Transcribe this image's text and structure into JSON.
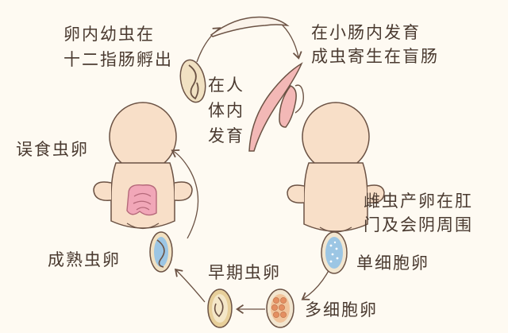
{
  "labels": {
    "hatch_line1": "卵内幼虫在",
    "hatch_line2": "十二指肠孵出",
    "develop_col1": "在人",
    "develop_col2": "体内",
    "develop_col3": "发育",
    "adult_line1": "在小肠内发育",
    "adult_line2": "成虫寄生在盲肠",
    "ingest": "误食虫卵",
    "lay_line1": "雌虫产卵在肛",
    "lay_line2": "门及会阴周围",
    "single_cell": "单细胞卵",
    "multi_cell": "多细胞卵",
    "early_egg": "早期虫卵",
    "mature_egg": "成熟虫卵"
  },
  "colors": {
    "background": "#fefaf2",
    "skin": "#f8dfc8",
    "outline": "#6b5244",
    "worm": "#f3b8b6",
    "egg_shell": "#e7cf9a",
    "egg_blue": "#9cc6e4",
    "intestine": "#f1a7b8"
  }
}
